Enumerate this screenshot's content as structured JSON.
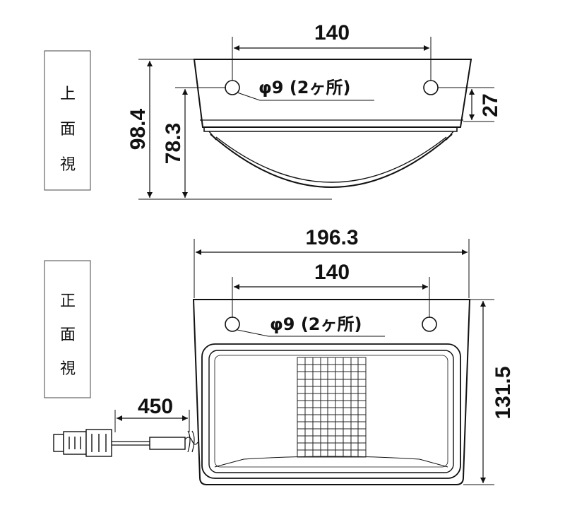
{
  "top_view": {
    "label": [
      "上",
      "面",
      "視"
    ],
    "hole_spacing": "140",
    "hole_note": "φ9 (2ヶ所)",
    "overall_height": "98.4",
    "body_height": "78.3",
    "hole_offset": "27"
  },
  "front_view": {
    "label": [
      "正",
      "面",
      "視"
    ],
    "overall_width": "196.3",
    "hole_spacing": "140",
    "hole_note": "φ9 (2ヶ所)",
    "height": "131.5",
    "cable_length": "450"
  }
}
